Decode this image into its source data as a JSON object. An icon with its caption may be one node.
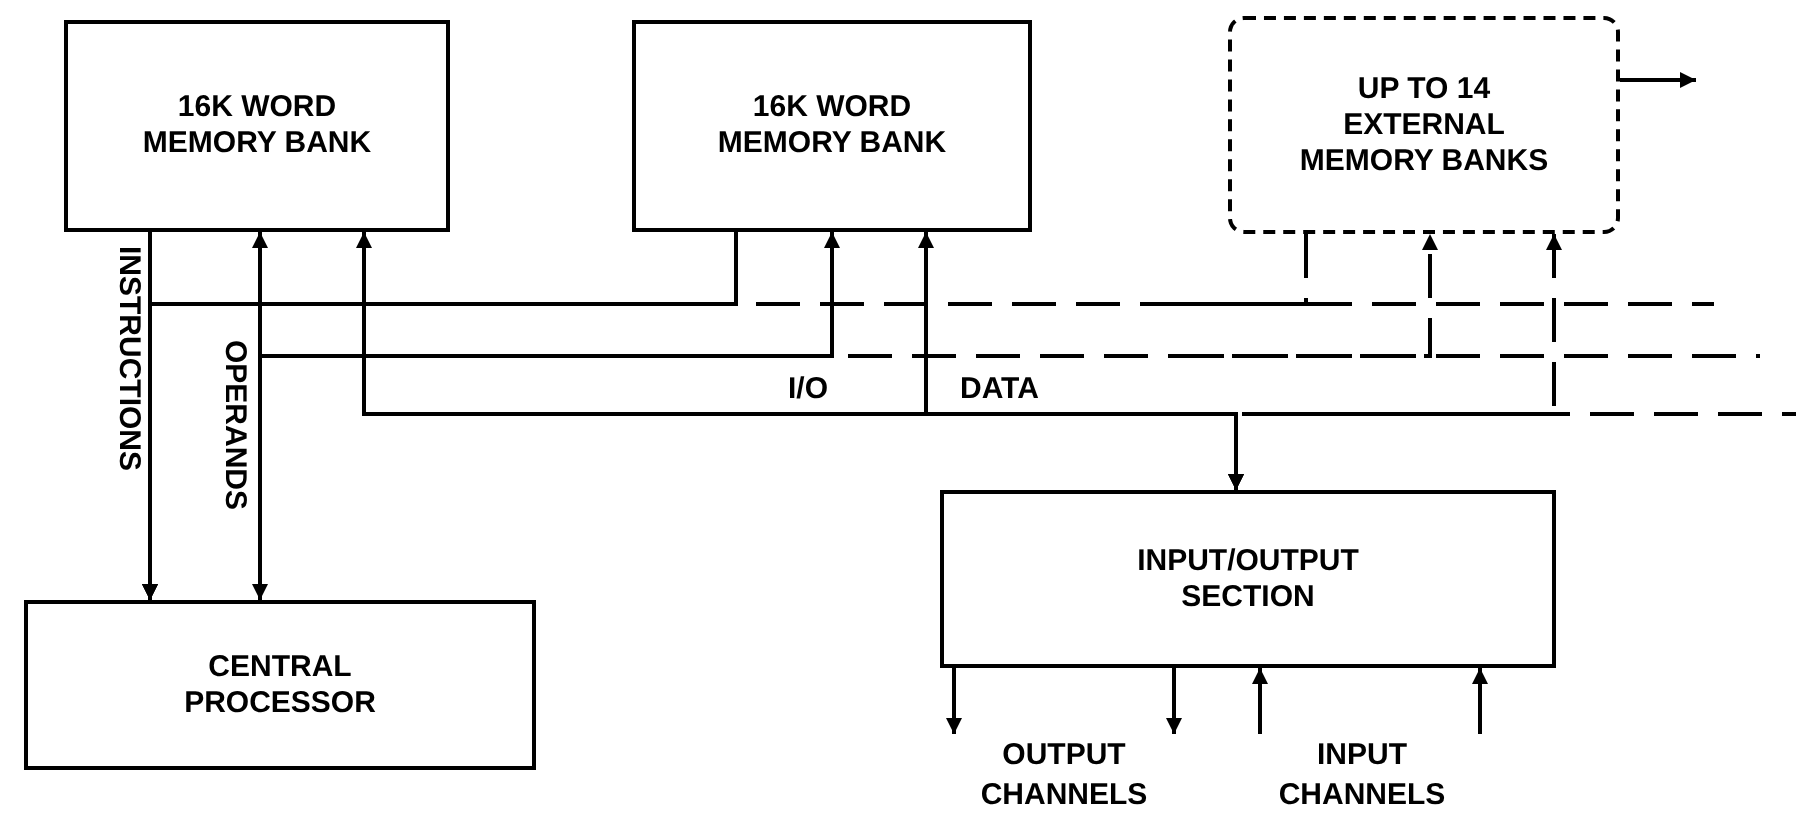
{
  "diagram": {
    "nodes": [
      {
        "text": [
          "16K WORD MEMORY BANK"
        ]
      },
      {
        "text": [
          "16K WORD MEMORY BANK"
        ]
      },
      {
        "text": [
          "UP TO 14 EXTERNAL MEMORY BANKS"
        ]
      },
      {
        "text": [
          "CENTRAL PROCESSOR"
        ]
      },
      {
        "text": [
          "INPUT/OUTPUT SECTION"
        ]
      },
      {
        "text": [
          "OUTPUT CHANNELS"
        ]
      },
      {
        "text": [
          "INPUT CHANNELS"
        ]
      }
    ],
    "edges": [
      {
        "from": 0,
        "to": 3,
        "arrow": "to",
        "label": "INSTRUCTIONS"
      },
      {
        "from": 1,
        "to": 3,
        "arrow": "to"
      },
      {
        "from": 2,
        "to": 3,
        "arrow": "to",
        "style": "dashed"
      },
      {
        "from": 3,
        "to": 0,
        "arrow": "both",
        "label": "OPERANDS"
      },
      {
        "from": 3,
        "to": 1,
        "arrow": "to",
        "label": "I/O"
      },
      {
        "from": 3,
        "to": 2,
        "arrow": "to",
        "style": "dashed"
      },
      {
        "from": 0,
        "to": 4,
        "arrow": "both"
      },
      {
        "from": 1,
        "to": 4,
        "arrow": "both",
        "label": "DATA"
      },
      {
        "from": 2,
        "to": 4,
        "arrow": "both",
        "style": "dashed"
      },
      {
        "from": 2,
        "to": null,
        "arrow": "to"
      },
      {
        "from": 4,
        "to": 5,
        "arrow": "to"
      },
      {
        "from": 4,
        "to": 5,
        "arrow": "to"
      },
      {
        "from": 6,
        "to": 4,
        "arrow": "to"
      },
      {
        "from": 6,
        "to": 4,
        "arrow": "to"
      }
    ]
  }
}
